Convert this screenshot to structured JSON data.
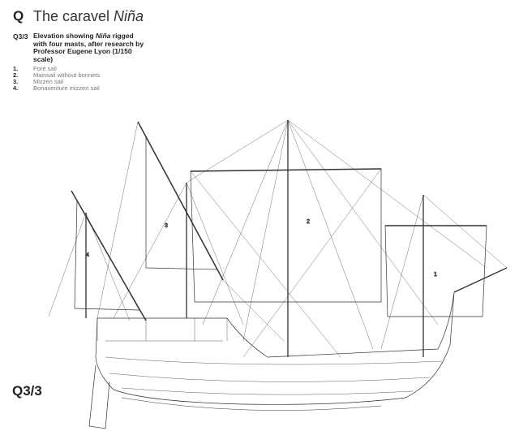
{
  "header": {
    "letter": "Q",
    "title_prefix": "The caravel ",
    "title_ship": "Niña"
  },
  "caption": {
    "id": "Q3/3",
    "pre": "Elevation showing ",
    "ship": "Niña",
    "post": " rigged with four masts, after research by Professor Eugene Lyon (1/150 scale)"
  },
  "legend": [
    {
      "num": "1.",
      "label": "Fore sail"
    },
    {
      "num": "2.",
      "label": "Mainsail without bonnets"
    },
    {
      "num": "3.",
      "label": "Mizzen sail"
    },
    {
      "num": "4.",
      "label": "Bonaventure mizzen sail"
    }
  ],
  "drawing": {
    "sail_labels": [
      "1",
      "2",
      "3",
      "4"
    ]
  },
  "figure_label": "Q3/3"
}
